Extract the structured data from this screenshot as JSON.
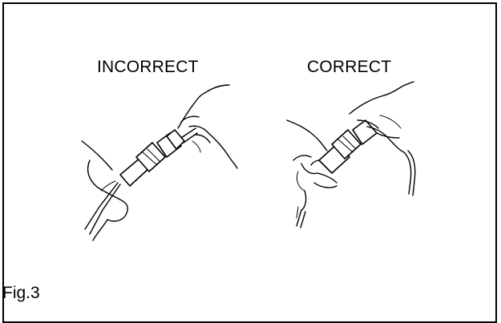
{
  "figure": {
    "labels": {
      "incorrect": "INCORRECT",
      "correct": "CORRECT"
    },
    "caption": "Fig.3"
  }
}
